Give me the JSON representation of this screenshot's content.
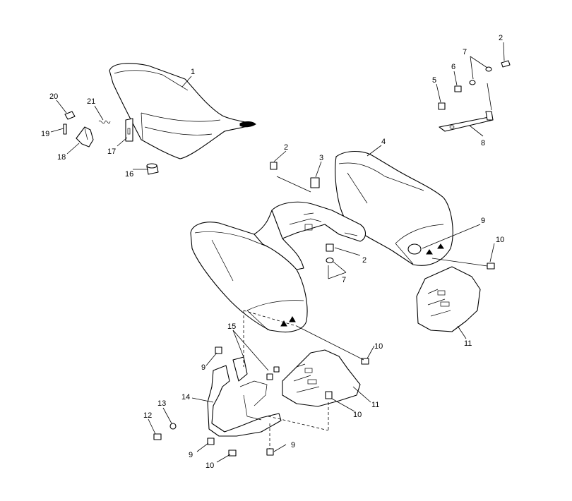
{
  "callouts": [
    {
      "id": "c1",
      "text": "1"
    },
    {
      "id": "c2a",
      "text": "2"
    },
    {
      "id": "c2b",
      "text": "2"
    },
    {
      "id": "c2c",
      "text": "2"
    },
    {
      "id": "c3",
      "text": "3"
    },
    {
      "id": "c4",
      "text": "4"
    },
    {
      "id": "c5",
      "text": "5"
    },
    {
      "id": "c6",
      "text": "6"
    },
    {
      "id": "c7a",
      "text": "7"
    },
    {
      "id": "c7b",
      "text": "7"
    },
    {
      "id": "c8",
      "text": "8"
    },
    {
      "id": "c9a",
      "text": "9"
    },
    {
      "id": "c9b",
      "text": "9"
    },
    {
      "id": "c9c",
      "text": "9"
    },
    {
      "id": "c9d",
      "text": "9"
    },
    {
      "id": "c10a",
      "text": "10"
    },
    {
      "id": "c10b",
      "text": "10"
    },
    {
      "id": "c10c",
      "text": "10"
    },
    {
      "id": "c10d",
      "text": "10"
    },
    {
      "id": "c11a",
      "text": "11"
    },
    {
      "id": "c11b",
      "text": "11"
    },
    {
      "id": "c12",
      "text": "12"
    },
    {
      "id": "c13",
      "text": "13"
    },
    {
      "id": "c14",
      "text": "14"
    },
    {
      "id": "c15",
      "text": "15"
    },
    {
      "id": "c16",
      "text": "16"
    },
    {
      "id": "c17",
      "text": "17"
    },
    {
      "id": "c18",
      "text": "18"
    },
    {
      "id": "c19",
      "text": "19"
    },
    {
      "id": "c20",
      "text": "20"
    },
    {
      "id": "c21",
      "text": "21"
    }
  ]
}
